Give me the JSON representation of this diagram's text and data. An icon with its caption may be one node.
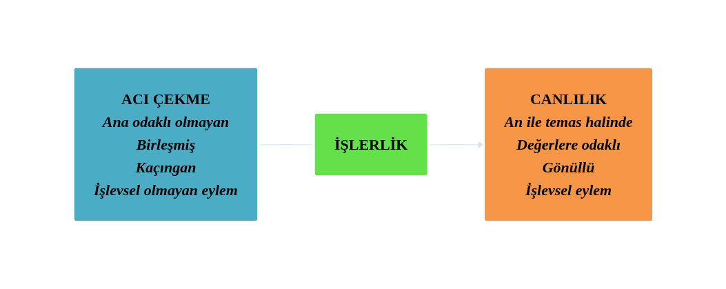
{
  "diagram": {
    "nodes": [
      {
        "text": [
          "ACI ÇEKME",
          "Ana odaklı olmayan",
          "Birleşmiş",
          "Kaçıngan",
          "İşlevsel olmayan eylem"
        ]
      },
      {
        "text": [
          "İŞLERLİK"
        ]
      },
      {
        "text": [
          "CANLILIK",
          "An ile temas halinde",
          "Değerlere odaklı",
          "Gönüllü",
          "İşlevsel eylem"
        ]
      }
    ],
    "edges": [
      {
        "from": 0,
        "to": 1,
        "arrow": "none",
        "color": "#d2e4ec"
      },
      {
        "from": 1,
        "to": 2,
        "arrow": "to",
        "color": "#d2e4ec"
      }
    ]
  }
}
